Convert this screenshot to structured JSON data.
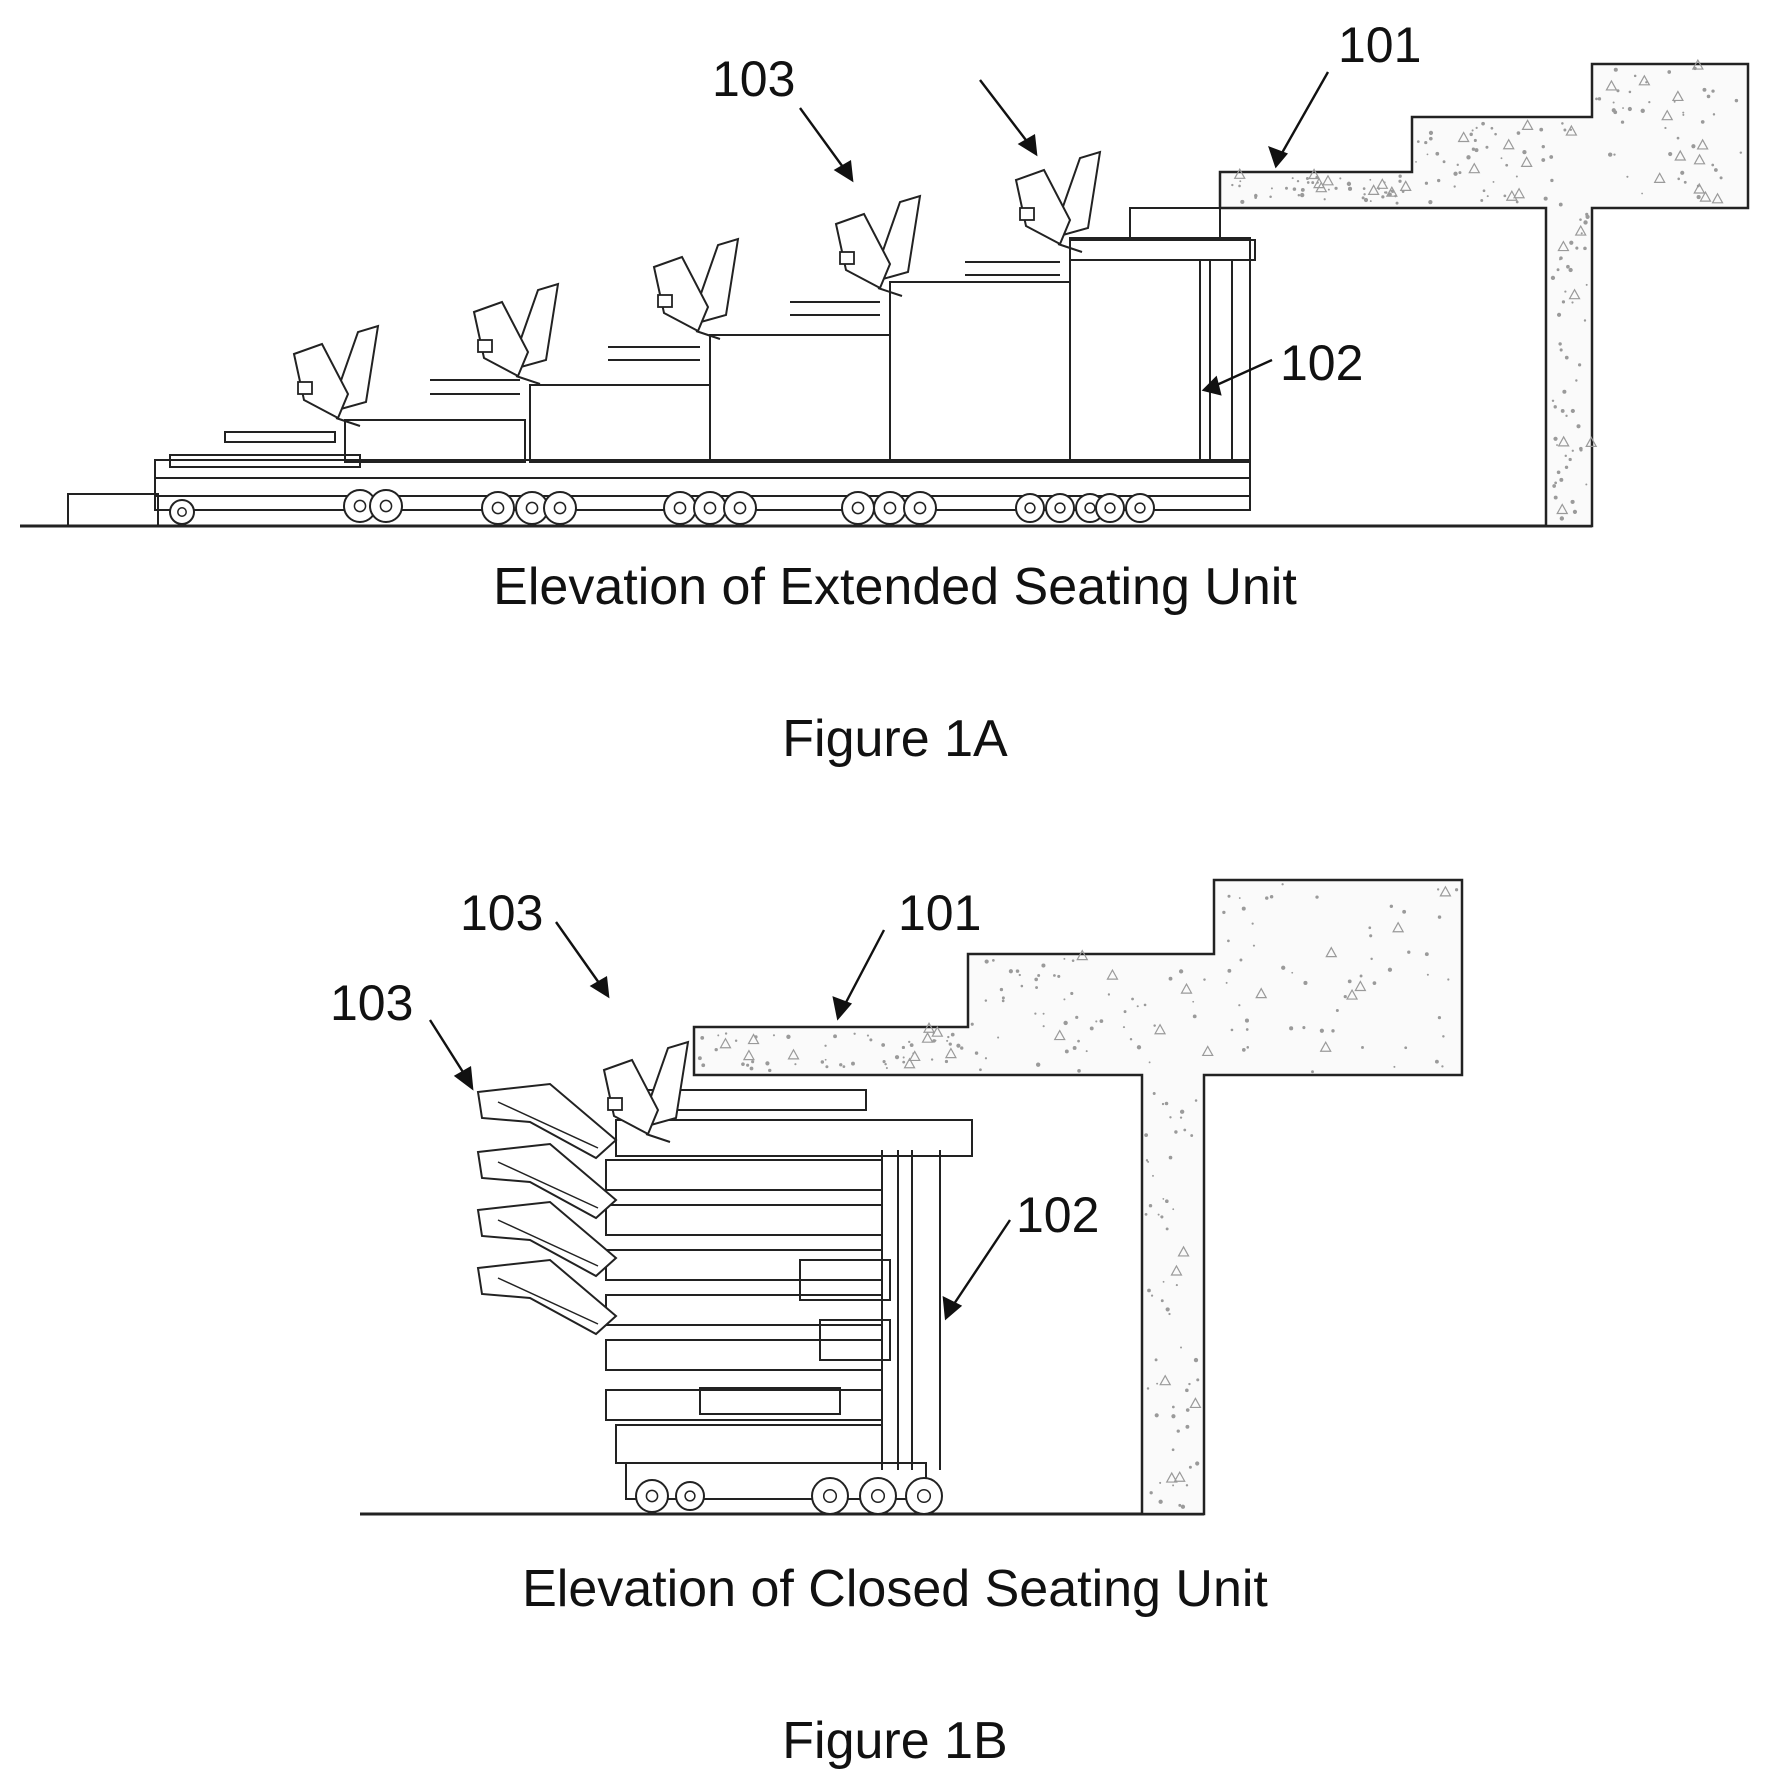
{
  "figure_a": {
    "caption": "Elevation of Extended Seating Unit",
    "title": "Figure 1A",
    "labels": {
      "structure": "101",
      "unit": "102",
      "seat": "103"
    }
  },
  "figure_b": {
    "caption": "Elevation of Closed Seating Unit",
    "title": "Figure 1B",
    "labels": {
      "structure": "101",
      "unit": "102",
      "seat_upper": "103",
      "seat_lower": "103"
    }
  },
  "colors": {
    "ink": "#222222",
    "concrete_fill": "#fafafa",
    "concrete_speck": "#9a9a9a"
  }
}
